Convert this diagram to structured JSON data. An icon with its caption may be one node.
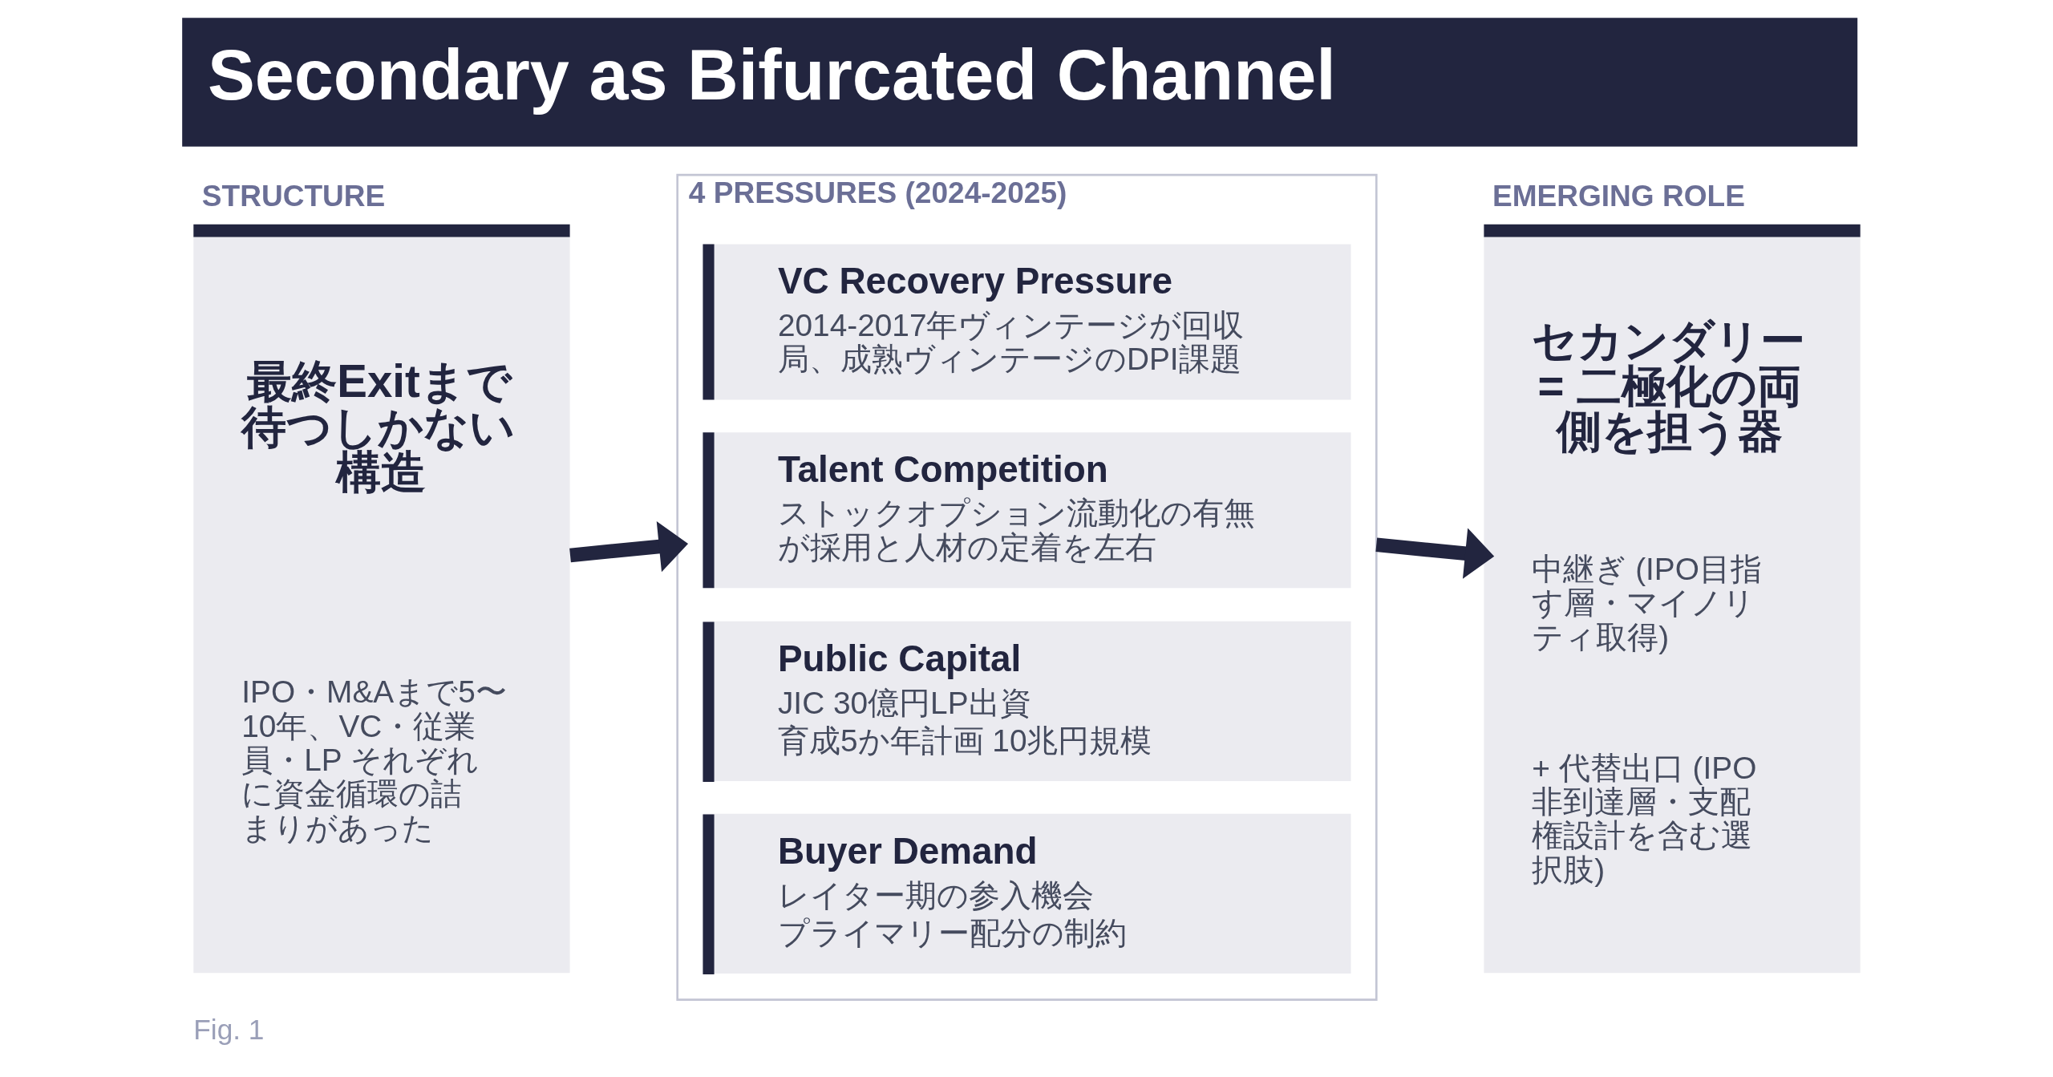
{
  "diagram": {
    "title": "Secondary as Bifurcated Channel",
    "caption": "Fig. 1",
    "nodes": [
      {
        "text": [
          "STRUCTURE",
          "最終Exitまで待つしかない構造",
          "IPO・M&Aまで5〜10年、VC・従業員・LP それぞれに資金循環の詰まりがあった"
        ]
      },
      {
        "text": [
          "4 PRESSURES (2024-2025)"
        ]
      },
      {
        "text": [
          "VC Recovery Pressure",
          "2014-2017年ヴィンテージが回収局、成熟ヴィンテージのDPI課題"
        ],
        "in": 1
      },
      {
        "text": [
          "Talent Competition",
          "ストックオプション流動化の有無が採用と人材の定着を左右"
        ],
        "in": 1
      },
      {
        "text": [
          "Public Capital",
          "JIC 30億円LP出資",
          "育成5か年計画 10兆円規模"
        ],
        "in": 1
      },
      {
        "text": [
          "Buyer Demand",
          "レイター期の参入機会",
          "プライマリー配分の制約"
        ],
        "in": 1
      },
      {
        "text": [
          "EMERGING ROLE",
          "セカンダリー = 二極化の両側を担う器",
          "中継ぎ (IPO目指す層・マイノリティ取得)",
          "+ 代替出口 (IPO非到達層・支配権設計を含む選択肢)"
        ]
      }
    ],
    "edges": [
      {
        "from": 0,
        "to": 1,
        "arrow": "to"
      },
      {
        "from": 1,
        "to": 6,
        "arrow": "to"
      }
    ]
  }
}
